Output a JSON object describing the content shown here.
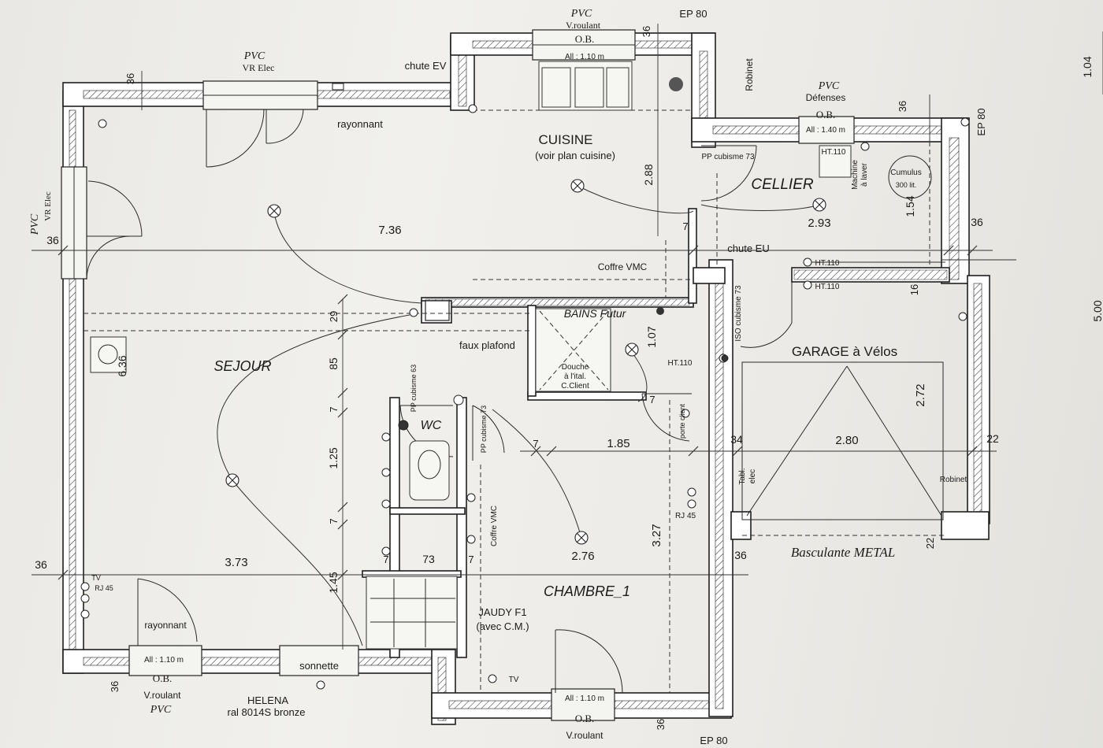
{
  "plan": {
    "rooms": {
      "cuisine": "CUISINE",
      "cuisine_note": "(voir plan cuisine)",
      "cellier": "CELLIER",
      "sejour": "SEJOUR",
      "bains": "BAINS Futur",
      "wc": "WC",
      "chambre": "CHAMBRE_1",
      "garage": "GARAGE à Vélos"
    },
    "labels": {
      "pvc": "PVC",
      "vr_elec": "VR Elec",
      "v_roulant": "V.roulant",
      "ob": "O.B.",
      "all_110": "All : 1.10 m",
      "all_140": "All : 1.40 m",
      "chute_ev": "chute EV",
      "chute_eu": "chute EU",
      "rayonnant": "rayonnant",
      "robinet": "Robinet",
      "defenses": "Défenses",
      "ep80": "EP 80",
      "ht110": "HT.110",
      "machine": "Machine",
      "a_laver": "à laver",
      "cumulus": "Cumulus",
      "cumulus_vol": "300 lit.",
      "pp_cubisme_73": "PP cubisme 73",
      "pp_cubisme_63": "PP cubisme 63",
      "iso_cubisme_73": "ISO cubisme 73",
      "coffre_vmc": "Coffre VMC",
      "faux_plafond": "faux plafond",
      "douche_1": "Douche",
      "douche_2": "à l'ital.",
      "douche_3": "C.Client",
      "porte_client": "porte client",
      "tabl_elec_1": "Tabl.",
      "tabl_elec_2": "elec",
      "rj45": "RJ 45",
      "tv": "TV",
      "basculante": "Basculante METAL",
      "jaudy_1": "JAUDY F1",
      "jaudy_2": "(avec C.M.)",
      "sonnette": "sonnette",
      "helena": "HELENA",
      "ral": "ral 8014S bronze"
    },
    "dims": {
      "d736": "7.36",
      "d636": "6.36",
      "d373": "3.73",
      "d288": "2.88",
      "d293": "2.93",
      "d154": "1.54",
      "d185": "1.85",
      "d107": "1.07",
      "d276": "2.76",
      "d327": "3.27",
      "d272": "2.72",
      "d280": "2.80",
      "d125": "1.25",
      "d145": "1.45",
      "d104": "1.04",
      "d85": "85",
      "d73": "73",
      "d36": "36",
      "d29": "29",
      "d34": "34",
      "d22": "22",
      "d16": "16",
      "d7": "7",
      "d500": "5.00"
    }
  }
}
